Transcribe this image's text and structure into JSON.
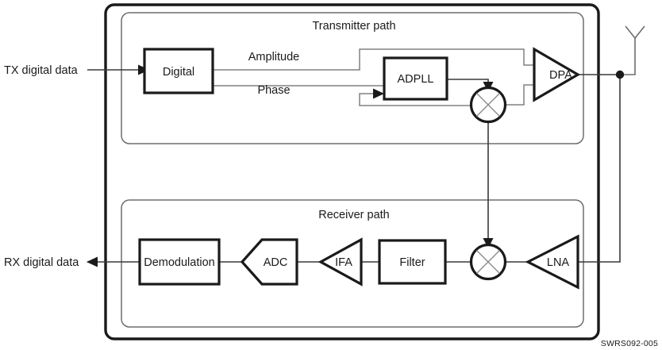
{
  "figure": {
    "doc_id": "SWRS092-005",
    "type": "rf-transceiver-block-diagram"
  },
  "sections": {
    "transmitter": {
      "title": "Transmitter path"
    },
    "receiver": {
      "title": "Receiver path"
    }
  },
  "io_labels": {
    "tx_input": "TX digital data",
    "rx_output": "RX digital data"
  },
  "signal_labels": {
    "amplitude": "Amplitude",
    "phase": "Phase"
  },
  "tx_blocks": [
    {
      "id": "digital",
      "label": "Digital",
      "shape": "rect"
    },
    {
      "id": "adpll",
      "label": "ADPLL",
      "shape": "rect"
    },
    {
      "id": "tx_mixer",
      "label": "",
      "shape": "mixer-circle"
    },
    {
      "id": "dpa",
      "label": "DPA",
      "shape": "triangle-right"
    }
  ],
  "rx_blocks": [
    {
      "id": "demodulation",
      "label": "Demodulation",
      "shape": "rect"
    },
    {
      "id": "adc",
      "label": "ADC",
      "shape": "pentagon-left"
    },
    {
      "id": "ifa",
      "label": "IFA",
      "shape": "triangle-left"
    },
    {
      "id": "filter",
      "label": "Filter",
      "shape": "rect"
    },
    {
      "id": "rx_mixer",
      "label": "",
      "shape": "mixer-circle"
    },
    {
      "id": "lna",
      "label": "LNA",
      "shape": "triangle-left"
    }
  ],
  "antenna": {
    "name": "antenna",
    "symbol": "dipole-y"
  },
  "colors": {
    "block_stroke": "#1a1a1a",
    "wire_gray": "#808080",
    "wire_dark": "#3a3a3a",
    "boundary_outer": "#1a1a1a",
    "boundary_inner": "#6e6e6e",
    "background": "#ffffff"
  }
}
